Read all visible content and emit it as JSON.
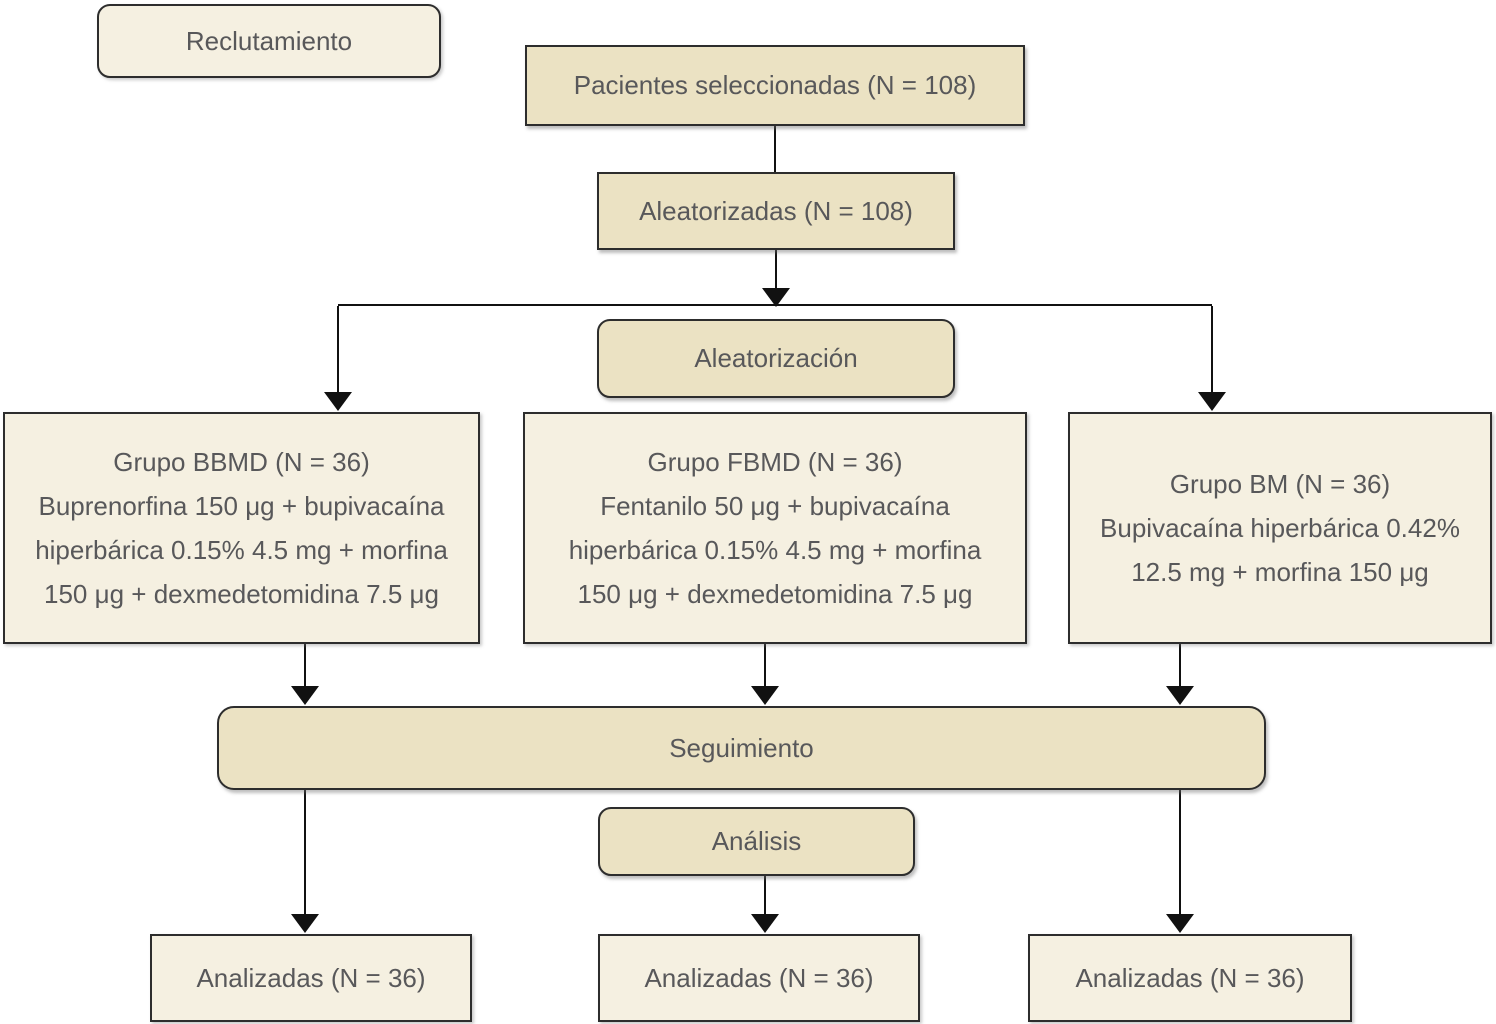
{
  "palette": {
    "box_fill_light": "#f5f0e1",
    "box_fill_beige": "#ebe2c3",
    "box_border": "#2d2d2d",
    "text_color": "#58585a",
    "connector_color": "#111111"
  },
  "stages": {
    "recruitment": "Reclutamiento",
    "randomization": "Aleatorización",
    "followup": "Seguimiento",
    "analysis": "Análisis"
  },
  "nodes": {
    "selected": "Pacientes seleccionadas (N = 108)",
    "randomized": "Aleatorizadas (N = 108)",
    "groups": [
      {
        "lines": [
          "Grupo BBMD (N = 36)",
          "Buprenorfina 150 μg + bupivacaína",
          "hiperbárica 0.15% 4.5 mg + morfina",
          "150 μg + dexmedetomidina 7.5 μg"
        ]
      },
      {
        "lines": [
          "Grupo FBMD (N = 36)",
          "Fentanilo 50 μg + bupivacaína",
          "hiperbárica 0.15% 4.5 mg + morfina",
          "150 μg + dexmedetomidina 7.5 μg"
        ]
      },
      {
        "lines": [
          "Grupo BM (N = 36)",
          "Bupivacaína hiperbárica 0.42%",
          "12.5 mg + morfina 150 μg"
        ]
      }
    ],
    "analyzed": [
      "Analizadas (N = 36)",
      "Analizadas (N = 36)",
      "Analizadas (N = 36)"
    ]
  }
}
